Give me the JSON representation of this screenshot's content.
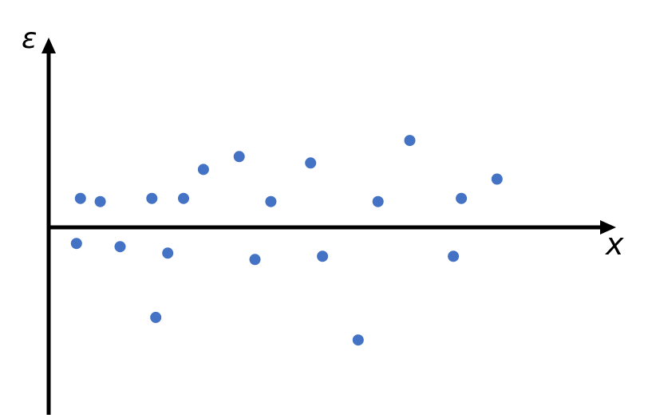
{
  "colors": {
    "axis": "#000000",
    "point": "#4472C4"
  },
  "chart_data": {
    "type": "scatter",
    "title": "",
    "xlabel": "x",
    "ylabel": "ε",
    "grid": false,
    "xlim": [
      0,
      14.3
    ],
    "ylim": [
      -4.7,
      5.9
    ],
    "points": [
      {
        "x": 0.8,
        "y": 0.9
      },
      {
        "x": 1.3,
        "y": 0.8
      },
      {
        "x": 2.6,
        "y": 0.9
      },
      {
        "x": 3.4,
        "y": 0.9
      },
      {
        "x": 3.9,
        "y": 1.8
      },
      {
        "x": 4.8,
        "y": 2.2
      },
      {
        "x": 5.6,
        "y": 0.8
      },
      {
        "x": 6.6,
        "y": 2.0
      },
      {
        "x": 8.3,
        "y": 0.8
      },
      {
        "x": 9.1,
        "y": 2.7
      },
      {
        "x": 10.4,
        "y": 0.9
      },
      {
        "x": 11.3,
        "y": 1.5
      },
      {
        "x": 0.7,
        "y": -0.5
      },
      {
        "x": 1.8,
        "y": -0.6
      },
      {
        "x": 3.0,
        "y": -0.8
      },
      {
        "x": 5.2,
        "y": -1.0
      },
      {
        "x": 6.9,
        "y": -0.9
      },
      {
        "x": 10.2,
        "y": -0.9
      },
      {
        "x": 2.7,
        "y": -2.8
      },
      {
        "x": 7.8,
        "y": -3.5
      }
    ]
  }
}
